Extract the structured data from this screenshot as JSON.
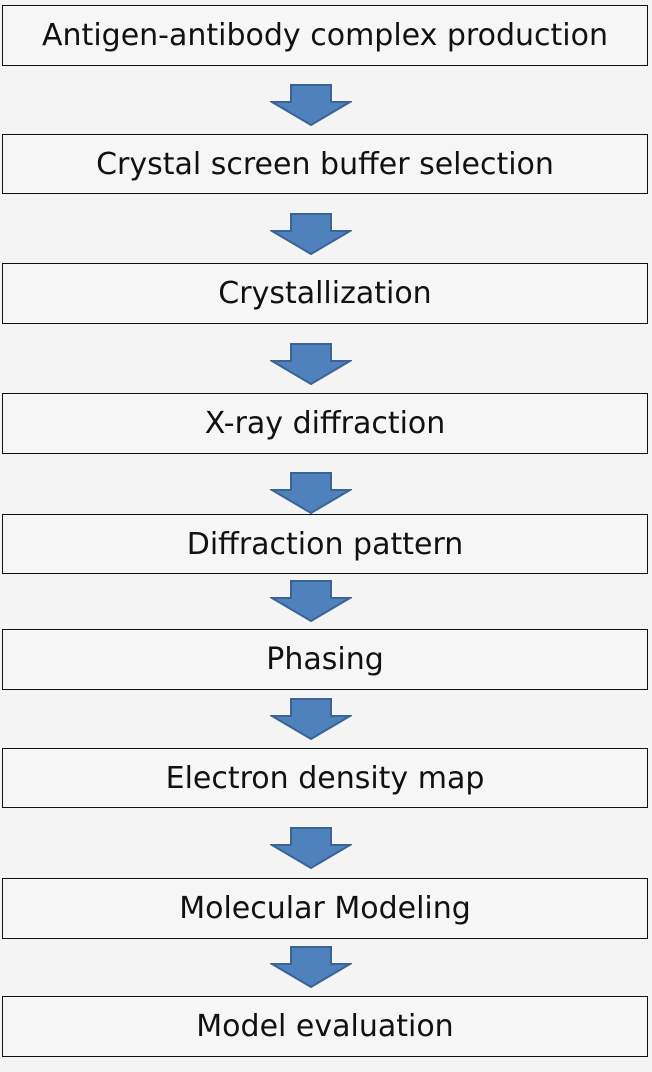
{
  "flowchart": {
    "steps": [
      {
        "label": "Antigen-antibody complex production"
      },
      {
        "label": "Crystal screen buffer selection"
      },
      {
        "label": "Crystallization"
      },
      {
        "label": "X-ray diffraction"
      },
      {
        "label": "Diffraction pattern"
      },
      {
        "label": "Phasing"
      },
      {
        "label": "Electron density map"
      },
      {
        "label": "Molecular Modeling"
      },
      {
        "label": "Model evaluation"
      }
    ],
    "arrow_icon": "down-arrow-icon",
    "colors": {
      "arrow_fill": "#4f81bd",
      "arrow_stroke": "#3a6494",
      "box_border": "#111111",
      "box_fill": "#f6f6f6",
      "background": "#f4f4f4"
    }
  }
}
